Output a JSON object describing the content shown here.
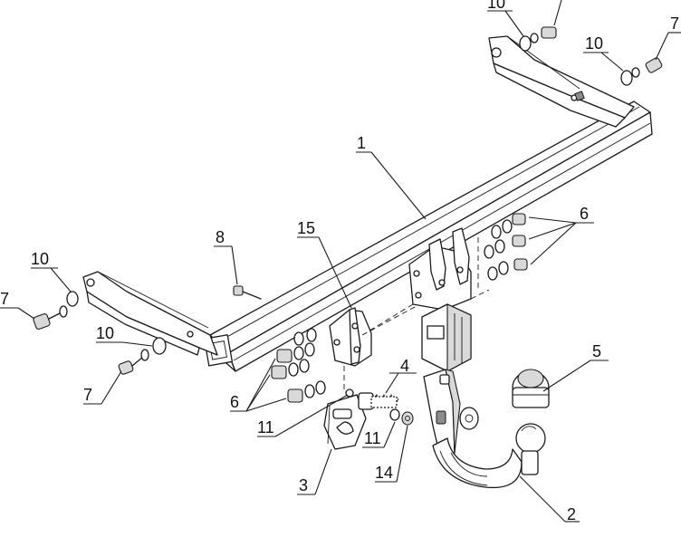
{
  "callouts": {
    "c1": "1",
    "c2": "2",
    "c3": "3",
    "c4": "4",
    "c5": "5",
    "c6a": "6",
    "c6b": "6",
    "c7a": "7",
    "c7b": "7",
    "c7c": "7",
    "c8": "8",
    "c10a": "10",
    "c10b": "10",
    "c10c": "10",
    "c10d": "10",
    "c11a": "11",
    "c11b": "11",
    "c14": "14",
    "c15": "15"
  },
  "colors": {
    "line": "#1a1a1a",
    "shade": "#d9d9d9",
    "background": "#ffffff"
  }
}
